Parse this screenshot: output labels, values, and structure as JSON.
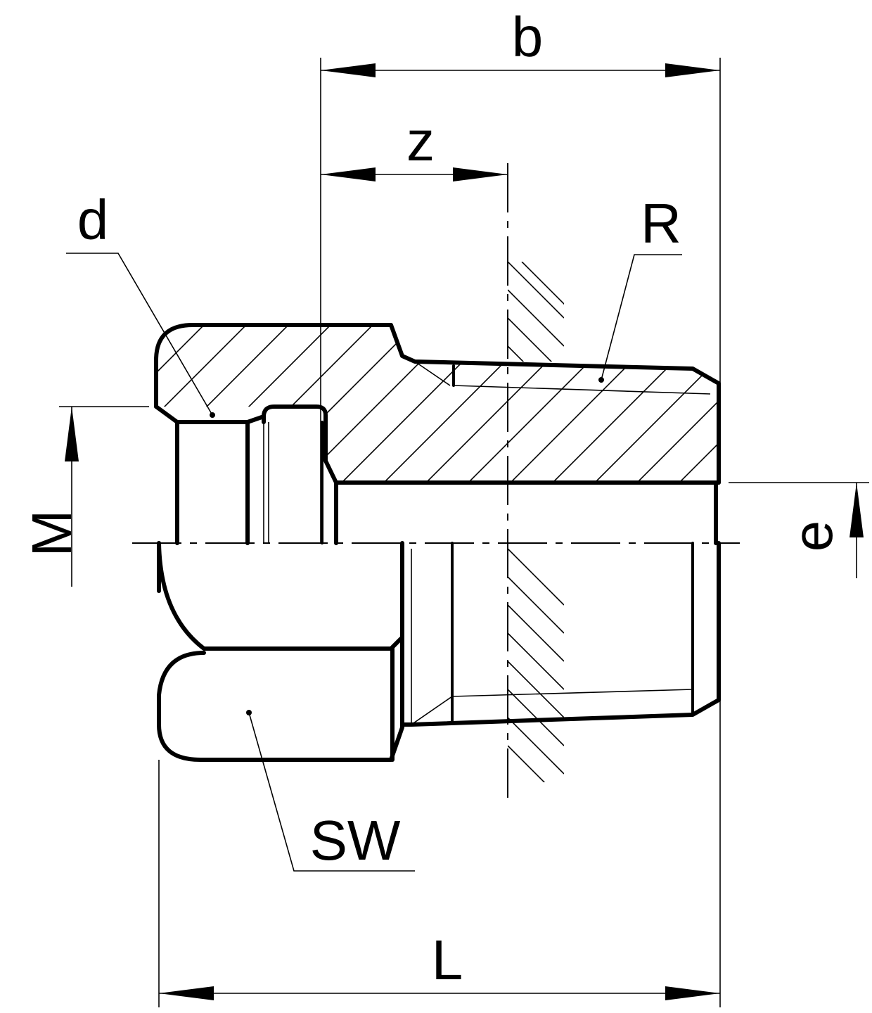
{
  "labels": {
    "b": "b",
    "z": "z",
    "d": "d",
    "R": "R",
    "M": "M",
    "e": "e",
    "SW": "SW",
    "L": "L"
  }
}
